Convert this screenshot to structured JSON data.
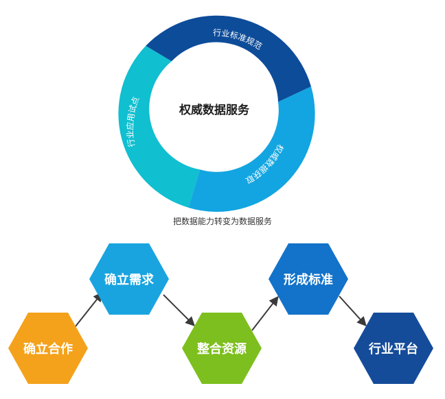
{
  "ring": {
    "center_label": "权威数据服务",
    "segments": [
      {
        "label": "行业标准规范",
        "color": "#0d4c99"
      },
      {
        "label": "权威数据获取",
        "color": "#13a5e1"
      },
      {
        "label": "行业应用试点",
        "color": "#10bfd0"
      }
    ]
  },
  "caption": "把数据能力转变为数据服务",
  "flow": {
    "steps": [
      {
        "label": "确立合作",
        "color": "#f4a21b"
      },
      {
        "label": "确立需求",
        "color": "#19a4e0"
      },
      {
        "label": "整合资源",
        "color": "#7dbf1e"
      },
      {
        "label": "形成标准",
        "color": "#1372c9"
      },
      {
        "label": "行业平台",
        "color": "#154c9a"
      }
    ],
    "arrow_color": "#3a3a3a"
  }
}
